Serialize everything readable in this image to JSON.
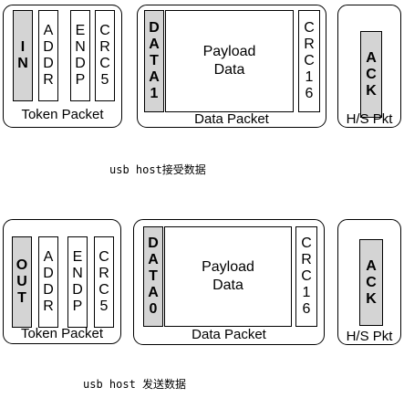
{
  "receive": {
    "token": {
      "pid": "IN",
      "addr": "ADDR",
      "endp": "ENDP",
      "crc": "CRC5",
      "label": "Token Packet"
    },
    "data": {
      "pid": "DATA1",
      "payload_line1": "Payload",
      "payload_line2": "Data",
      "crc": "CRC16",
      "label": "Data Packet"
    },
    "handshake": {
      "pid": "ACK",
      "label": "H/S Pkt"
    },
    "caption": "usb host接受数据"
  },
  "send": {
    "token": {
      "pid": "OUT",
      "addr": "ADDR",
      "endp": "ENDP",
      "crc": "CRC5",
      "label": "Token Packet"
    },
    "data": {
      "pid": "DATA0",
      "payload_line1": "Payload",
      "payload_line2": "Data",
      "crc": "CRC16",
      "label": "Data Packet"
    },
    "handshake": {
      "pid": "ACK",
      "label": "H/S Pkt"
    },
    "caption": "usb host 发送数据"
  }
}
